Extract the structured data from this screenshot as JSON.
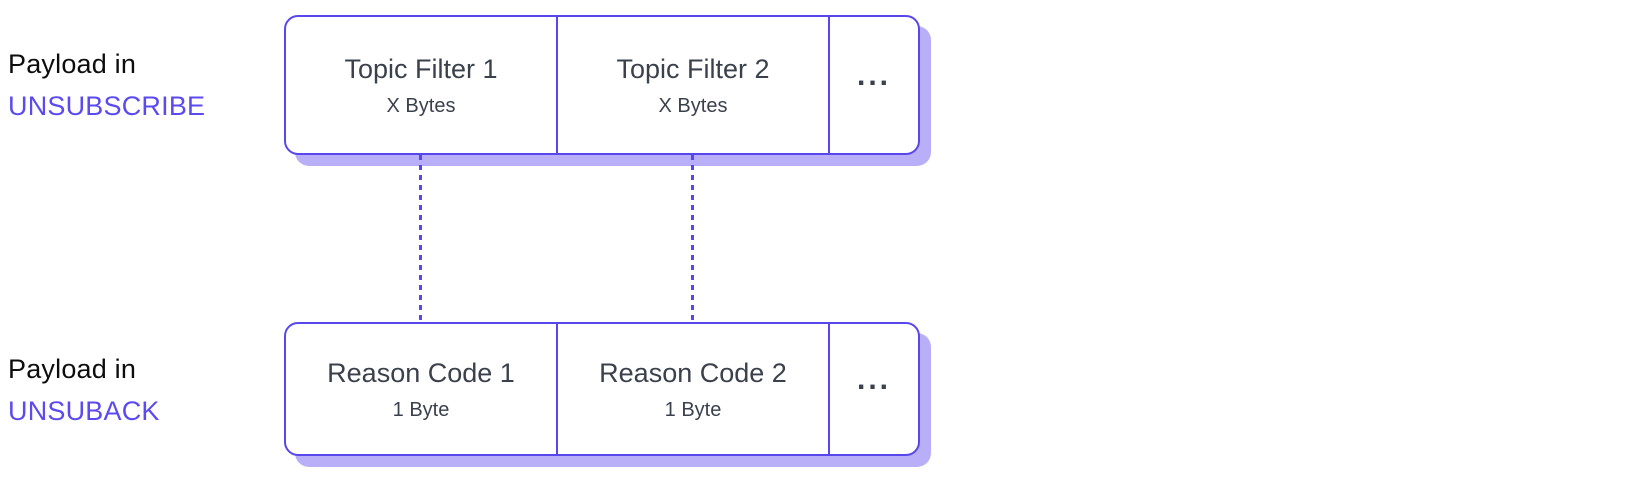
{
  "diagram": {
    "rows": [
      {
        "label_prefix": "Payload in",
        "label_protocol": "UNSUBSCRIBE",
        "cells": [
          {
            "title": "Topic Filter 1",
            "subtitle": "X Bytes"
          },
          {
            "title": "Topic Filter 2",
            "subtitle": "X Bytes"
          },
          {
            "title": "..."
          }
        ]
      },
      {
        "label_prefix": "Payload in",
        "label_protocol": "UNSUBACK",
        "cells": [
          {
            "title": "Reason Code 1",
            "subtitle": "1 Byte"
          },
          {
            "title": "Reason Code 2",
            "subtitle": "1 Byte"
          },
          {
            "title": "..."
          }
        ]
      }
    ],
    "colors": {
      "border": "#5847ec",
      "shadow": "#b8aff8",
      "protocol_text": "#5b4af0",
      "cell_text": "#3b414c",
      "label_text": "#0d0d0f"
    }
  }
}
